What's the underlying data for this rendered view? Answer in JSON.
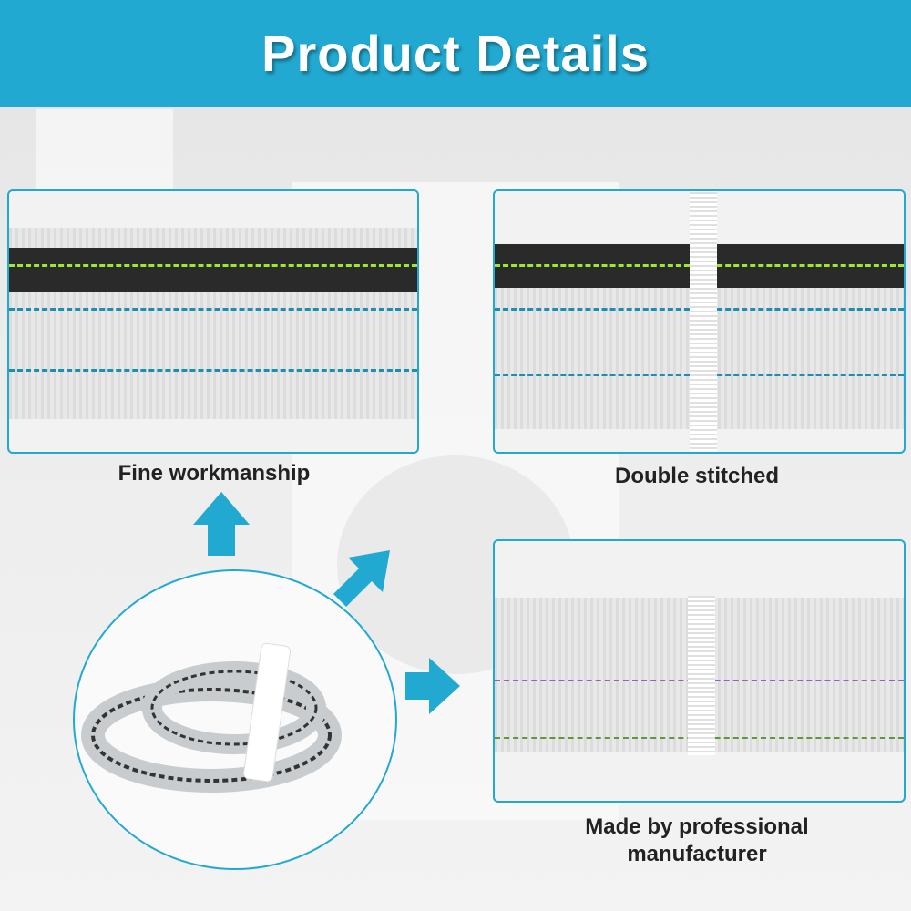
{
  "header": {
    "title": "Product Details"
  },
  "captions": {
    "fine": "Fine workmanship",
    "double": "Double stitched",
    "made_line1": "Made by professional",
    "made_line2": "manufacturer"
  },
  "colors": {
    "accent": "#22a9d1",
    "text": "#222222"
  }
}
